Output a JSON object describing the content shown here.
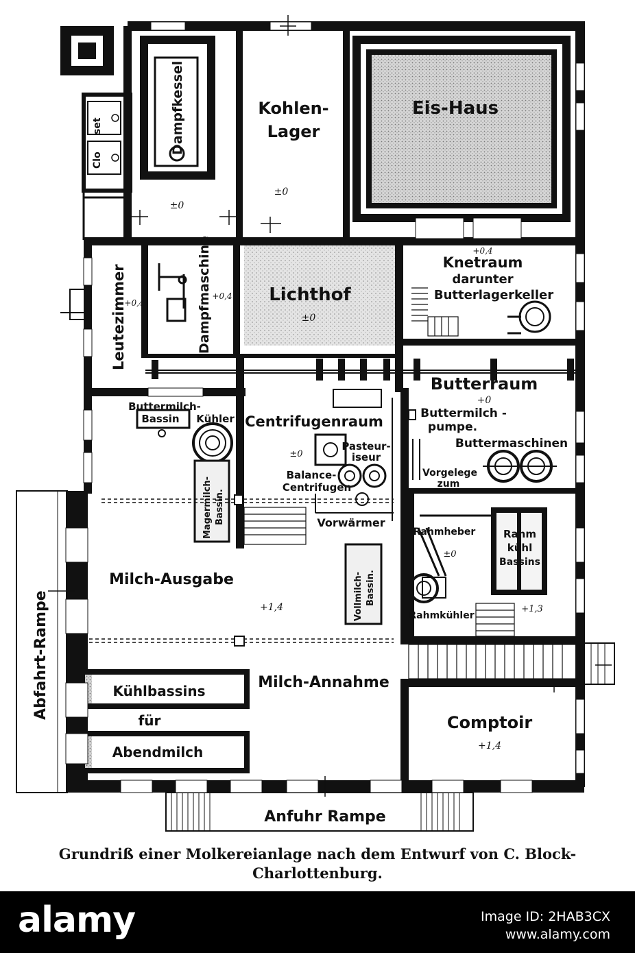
{
  "rooms": {
    "dampfkessel": "Dampfkessel",
    "kohlen_line1": "Kohlen-",
    "kohlen_line2": "Lager",
    "eishaus": "Eis-Haus",
    "closet_part1": "Clo",
    "closet_part2": "set",
    "leutezimmer": "Leutezimmer",
    "dampfmaschine": "Dampfmaschine",
    "lichthof": "Lichthof",
    "knetraum_line1": "Knetraum",
    "knetraum_line2": "darunter",
    "knetraum_line3": "Butterlagerkeller",
    "butterraum": "Butterraum",
    "buttermilchpumpe_line1": "Buttermilch -",
    "buttermilchpumpe_line2": "pumpe.",
    "buttermaschinen": "Buttermaschinen",
    "buttermilch_bassin_line1": "Buttermilch-",
    "buttermilch_bassin_line2": "Bassin",
    "kuehler": "Kühler",
    "centrifugenraum": "Centrifugenraum",
    "pasteurisieur_line1": "Pasteur-",
    "pasteurisieur_line2": "iseur",
    "balance_line1": "Balance-",
    "balance_line2": "Centrifugen",
    "magermilch_line1": "Magermilch-",
    "magermilch_line2": "Bassin.",
    "vorgelege_line1": "Vorgelege",
    "vorgelege_line2": "zum",
    "vorwaermer": "Vorwärmer",
    "rahmheber": "Rahmheber",
    "rahmkuehl_line1": "Rahm",
    "rahmkuehl_line2": "kühl",
    "rahmkuehl_line3": "Bassins",
    "milch_ausgabe": "Milch-Ausgabe",
    "vollmilch_line1": "Vollmilch-",
    "vollmilch_line2": "Bassin.",
    "rahmkuehler": "Rahmkühler",
    "abfahrt_rampe": "Abfahrt-Rampe",
    "milch_annahme": "Milch-Annahme",
    "kuehlbassins": "Kühlbassins",
    "fuer": "für",
    "abendmilch": "Abendmilch",
    "comptoir": "Comptoir",
    "anfuhr_rampe": "Anfuhr Rampe"
  },
  "levels": {
    "dampfkessel": "±0",
    "kohlen": "±0",
    "leutezimmer": "+0,4",
    "dampfmaschine": "+0,4",
    "lichthof": "±0",
    "knetraum": "+0,4",
    "butterraum": "+0",
    "centrifugen": "±0",
    "rahmheber": "±0",
    "milch_ausgabe": "+1,4",
    "rahmkuehler": "+1,3",
    "comptoir": "+1,4"
  },
  "caption": {
    "line1": "Grundriß einer Molkereianlage nach dem Entwurf von C. Block-",
    "line2": "Charlottenburg."
  },
  "watermark": {
    "brand": "alamy",
    "image_id_label": "Image ID: 2HAB3CX",
    "site": "www.alamy.com"
  },
  "colors": {
    "ink": "#111111",
    "stipple": "#c8c8c8",
    "paper": "#ffffff"
  }
}
